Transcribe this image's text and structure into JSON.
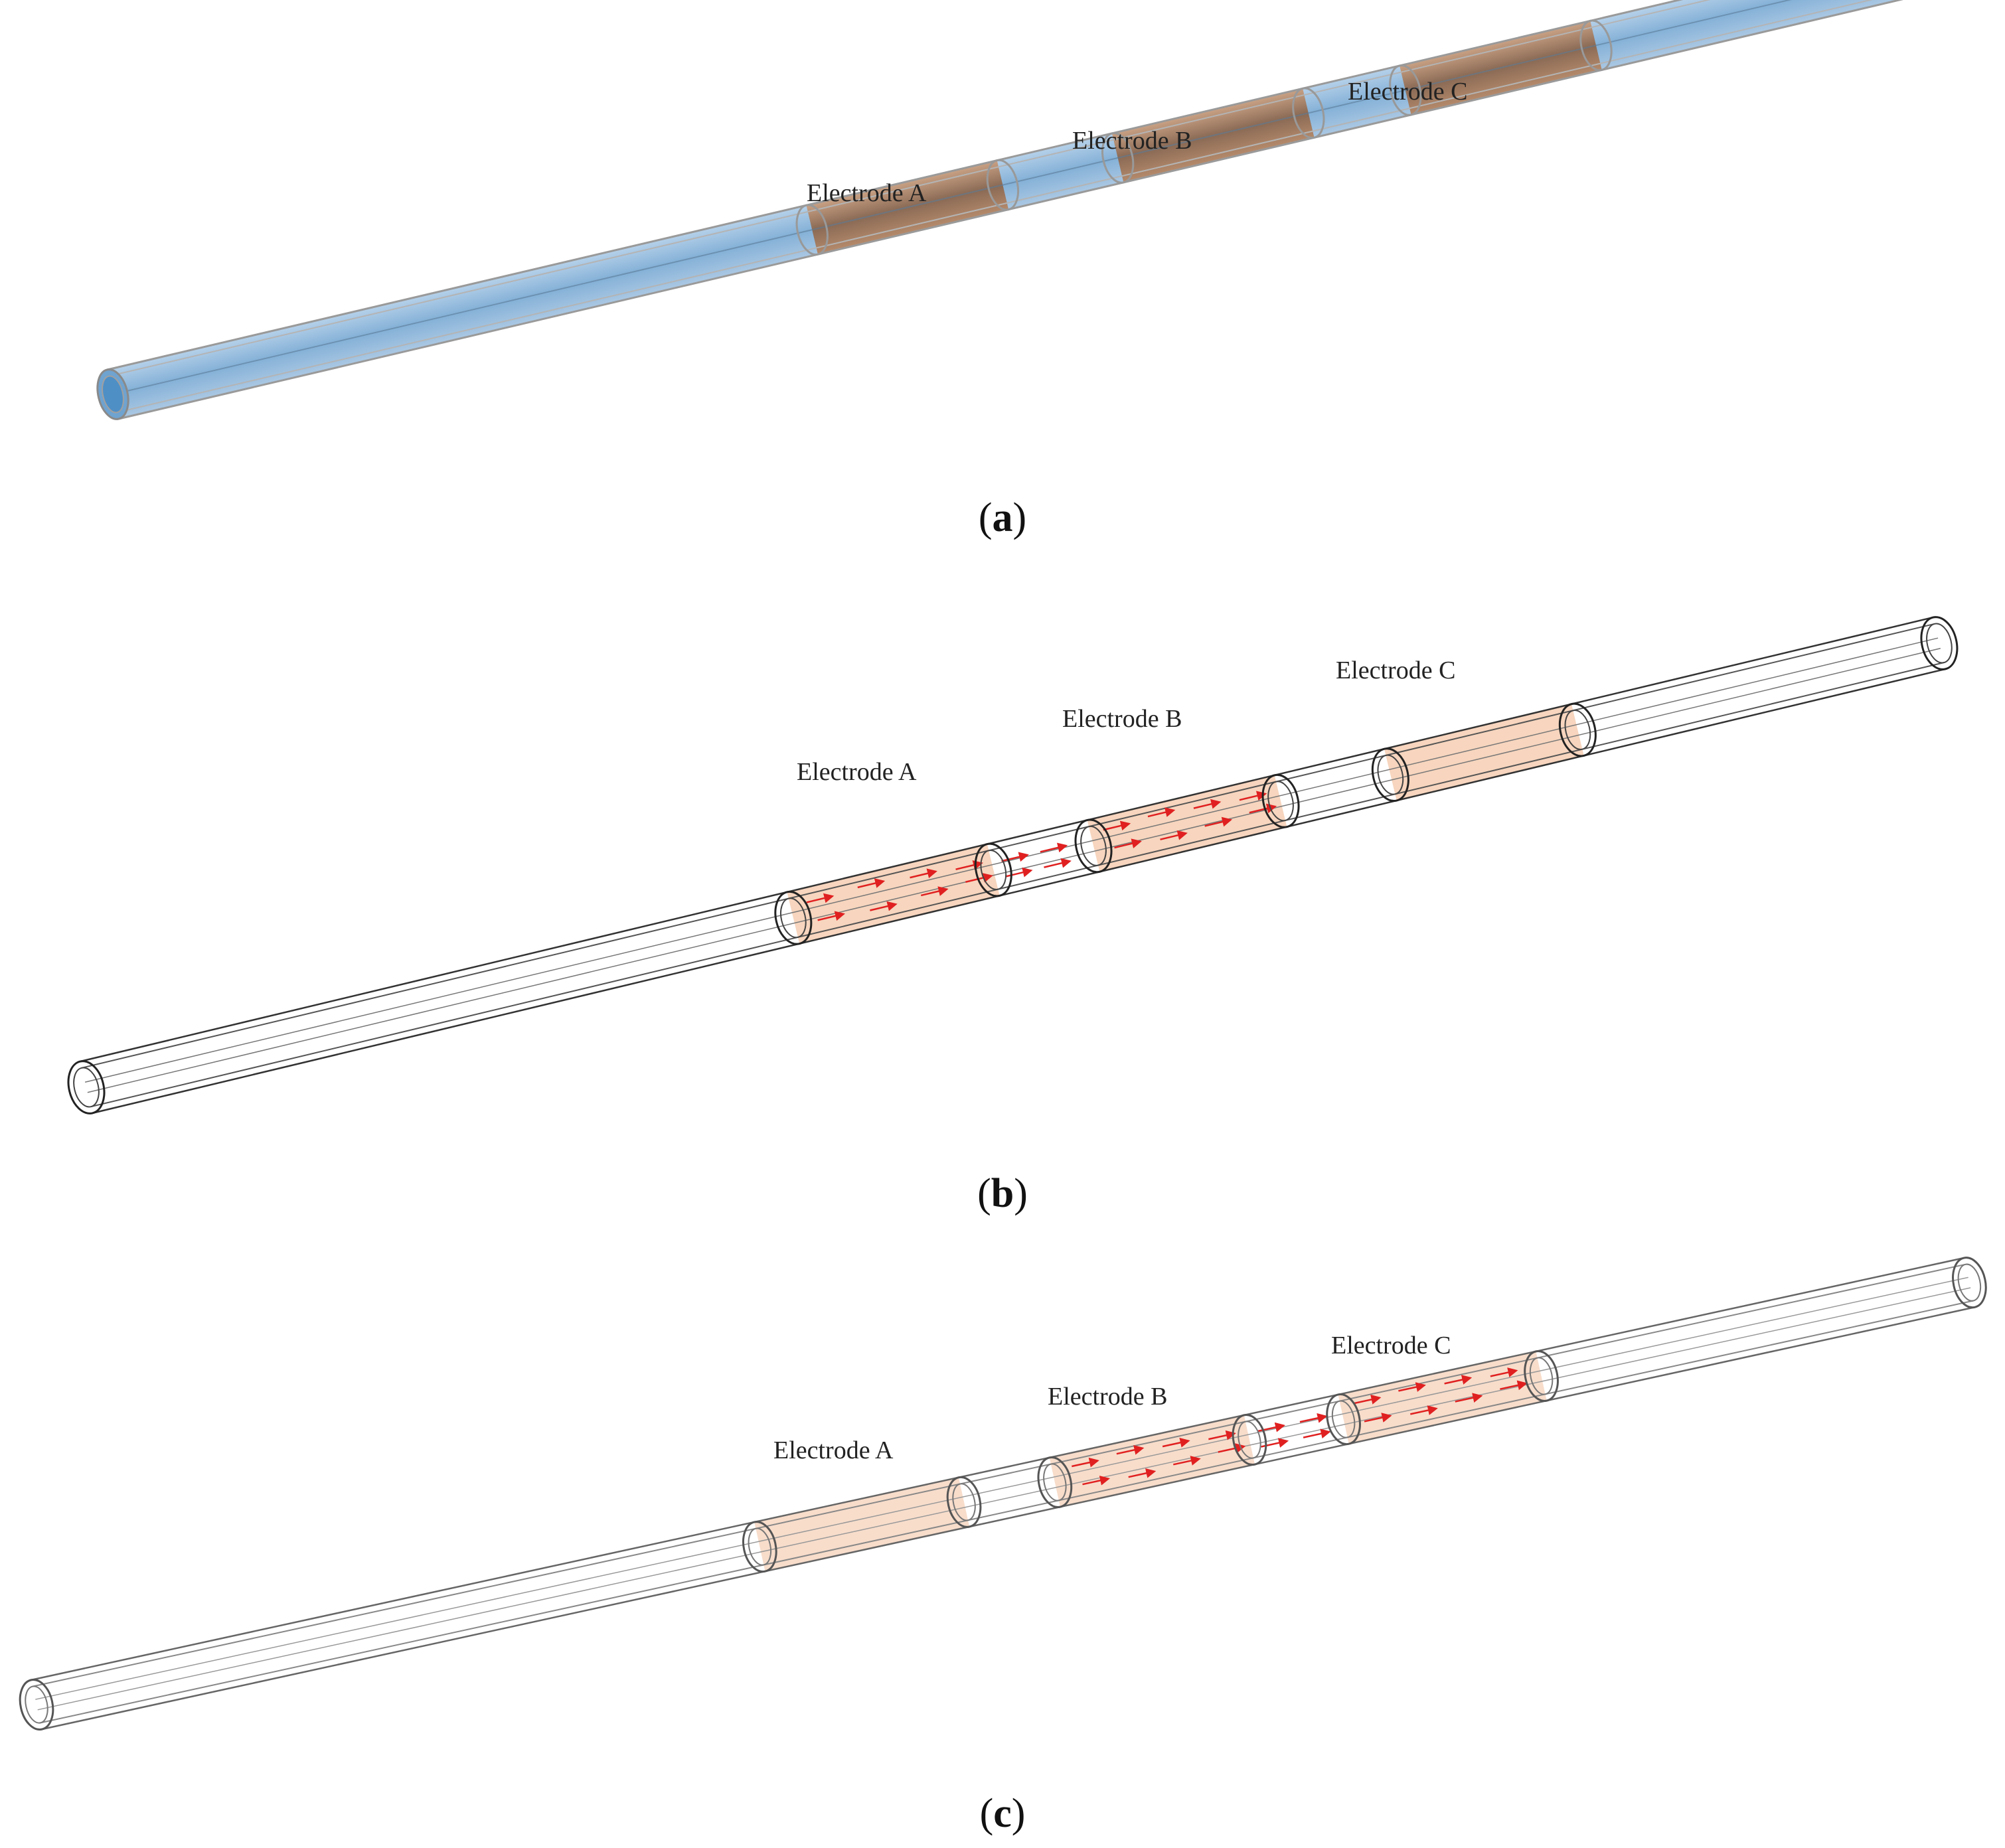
{
  "panels": [
    {
      "id": "a",
      "caption_open": "(",
      "caption_letter": "a",
      "caption_close": ")",
      "labels": [
        "Electrode A",
        "Electrode B",
        "Electrode C"
      ]
    },
    {
      "id": "b",
      "caption_open": "(",
      "caption_letter": "b",
      "caption_close": ")",
      "labels": [
        "Electrode A",
        "Electrode B",
        "Electrode C"
      ]
    },
    {
      "id": "c",
      "caption_open": "(",
      "caption_letter": "c",
      "caption_close": ")",
      "labels": [
        "Electrode A",
        "Electrode B",
        "Electrode C"
      ]
    }
  ],
  "colors": {
    "fluid_blue": "#7fb0d8",
    "tube_outline": "#333333",
    "electrode_copper": "#b8825a",
    "electrode_shade": "#f4c7a8",
    "field_arrow": "#e02020"
  }
}
